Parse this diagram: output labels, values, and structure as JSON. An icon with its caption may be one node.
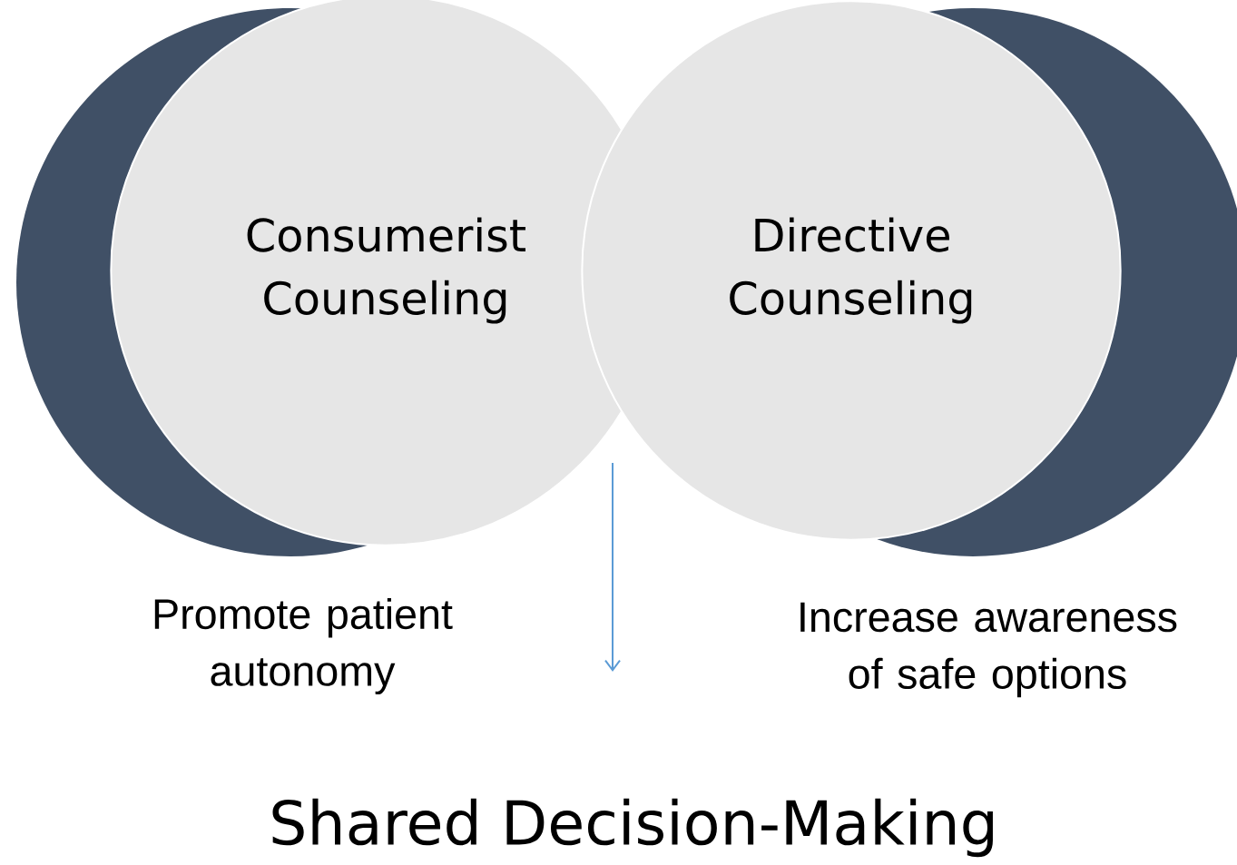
{
  "diagram": {
    "title": "Shared Decision-Making",
    "nodes": [
      {
        "text": [
          "Consumerist Counseling"
        ]
      },
      {
        "text": [
          "Directive Counseling"
        ]
      }
    ],
    "labels": [
      "Promote patient autonomy",
      "Increase awareness of safe options"
    ]
  }
}
